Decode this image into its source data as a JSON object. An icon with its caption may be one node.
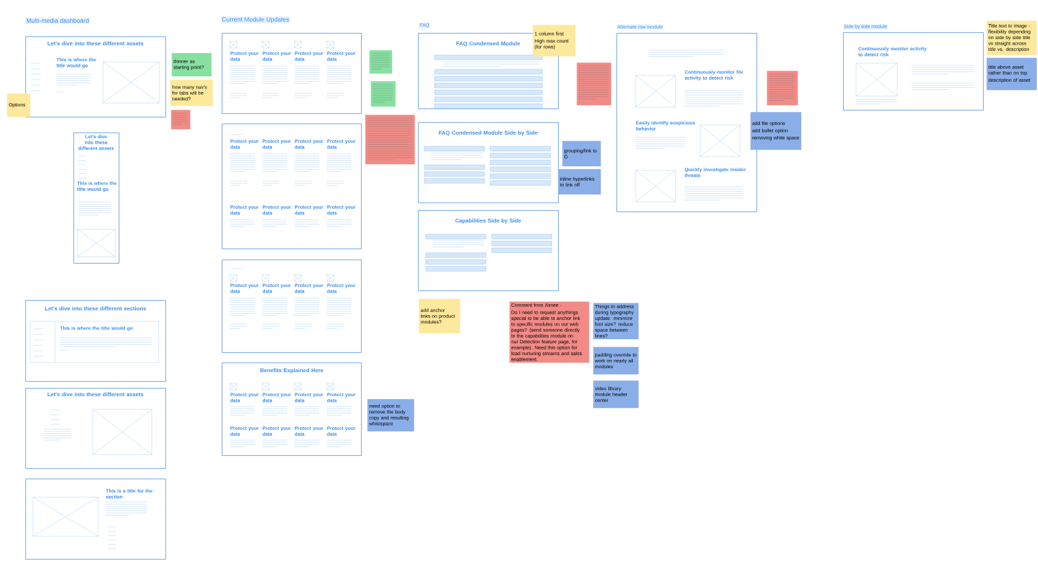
{
  "diagram": {
    "nodes": [
      {
        "text": [
          "Let's dive into these different assets",
          "This is where the title would go"
        ]
      },
      {
        "text": [
          "Let's dive into these different assets",
          "This is where the title would go"
        ]
      },
      {
        "text": [
          "Let's dive into these different sections",
          "This is where the title would go"
        ]
      },
      {
        "text": [
          "Let's dive into these different assets"
        ]
      },
      {
        "text": [
          "This is a title for the section"
        ]
      },
      {
        "text": [
          "Protect your data",
          "Protect your data",
          "Protect your data",
          "Protect your data"
        ]
      },
      {
        "text": [
          "Protect your data",
          "Protect your data",
          "Protect your data",
          "Protect your data",
          "Protect your data",
          "Protect your data",
          "Protect your data",
          "Protect your data"
        ]
      },
      {
        "text": [
          "Protect your data",
          "Protect your data",
          "Protect your data",
          "Protect your data"
        ]
      },
      {
        "text": [
          "Benefits Explained Here",
          "Protect your data",
          "Protect your data",
          "Protect your data",
          "Protect your data",
          "Protect your data",
          "Protect your data",
          "Protect your data",
          "Protect your data"
        ]
      },
      {
        "text": [
          "FAQ Condensed Module"
        ]
      },
      {
        "text": [
          "FAQ Condensed Module Side by Side"
        ]
      },
      {
        "text": [
          "Capabilities Side by Side"
        ]
      },
      {
        "text": [
          "Continuously monitor file activity to detect risk",
          "Easily identify suspicious behavior",
          "Quickly investigate insider threats"
        ]
      },
      {
        "text": [
          "Continuously monitor activity to detect risk"
        ]
      },
      {
        "text": [
          "thinner as starting point?"
        ]
      },
      {
        "text": [
          "how many nav's for tabs will be needed?"
        ]
      },
      {
        "text": [],
        "shape": "box"
      },
      {
        "text": [
          "Options"
        ]
      },
      {
        "text": [],
        "shape": "box"
      },
      {
        "text": [],
        "shape": "box"
      },
      {
        "text": [],
        "shape": "box"
      },
      {
        "text": [
          "1 column first",
          "High max count (for rows)"
        ]
      },
      {
        "text": [],
        "shape": "box"
      },
      {
        "text": [
          "grouping/link to G"
        ]
      },
      {
        "text": [
          "inline hyperlinks to link off"
        ]
      },
      {
        "text": [],
        "shape": "box"
      },
      {
        "text": [
          "add file options",
          "add bullet option",
          "removing white space"
        ]
      },
      {
        "text": [
          "Title text to image - flexibility depending on side by side title vs straight across title vs. description"
        ]
      },
      {
        "text": [
          "title above asset rather than on top",
          "description of asset"
        ]
      },
      {
        "text": [
          "add anchor links on product modules?"
        ]
      },
      {
        "text": [
          "Comment from Aimee -",
          "Do I need to request anythings special to be able to anchor link to specific modules on our web pages? (send someone directly to the capabilities module on our Detection feature page, for example). Need this option for lead nurturing streams and sales enablement."
        ]
      },
      {
        "text": [
          "Things to address during typography update: minimize font size? reduce space between lines?"
        ]
      },
      {
        "text": [
          "padding override to work on nearly all modules"
        ]
      },
      {
        "text": [
          "video library module header center"
        ]
      },
      {
        "text": [
          "need option to remove the body copy and resulting whitespace"
        ]
      }
    ],
    "labels": [
      "Multi-media dashboard",
      "Current Module Updates",
      "FAQ",
      "Alternate row module",
      "Side by side module"
    ]
  }
}
